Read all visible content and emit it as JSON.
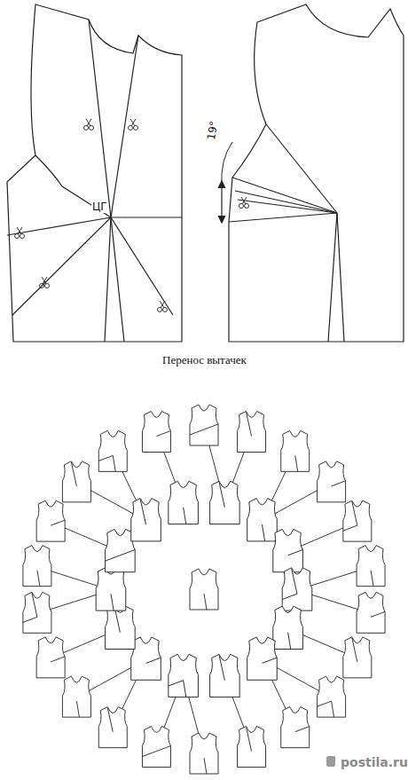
{
  "diagram": {
    "caption": "Перенос вытачек",
    "labels": [
      "ЦГ",
      "19°",
      "postila.ru"
    ]
  }
}
